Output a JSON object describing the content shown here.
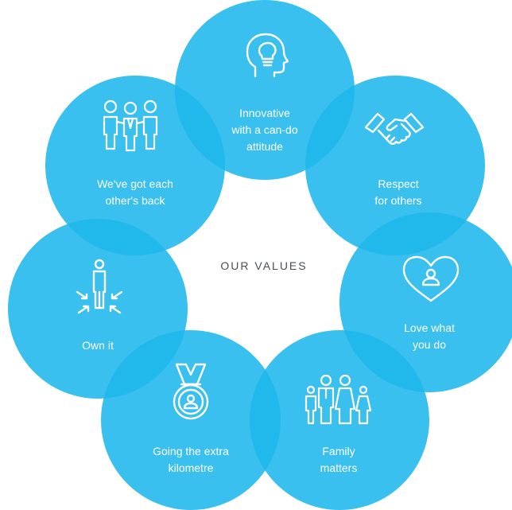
{
  "title": "OUR VALUES",
  "colors": {
    "circle": "#1EB7EC",
    "text": "#FFFFFF",
    "title": "#4A4F55",
    "background": "#FFFFFF"
  },
  "values": [
    {
      "lines": [
        "Innovative",
        "with a can-do",
        "attitude"
      ],
      "icon": "lightbulb-head-icon"
    },
    {
      "lines": [
        "Respect",
        "for others"
      ],
      "icon": "handshake-icon"
    },
    {
      "lines": [
        "Love what",
        "you do"
      ],
      "icon": "heart-person-icon"
    },
    {
      "lines": [
        "Family",
        "matters"
      ],
      "icon": "family-icon"
    },
    {
      "lines": [
        "Going the extra",
        "kilometre"
      ],
      "icon": "medal-icon"
    },
    {
      "lines": [
        "Own it"
      ],
      "icon": "person-arrows-icon"
    },
    {
      "lines": [
        "We've got each",
        "other's back"
      ],
      "icon": "team-icon"
    }
  ]
}
